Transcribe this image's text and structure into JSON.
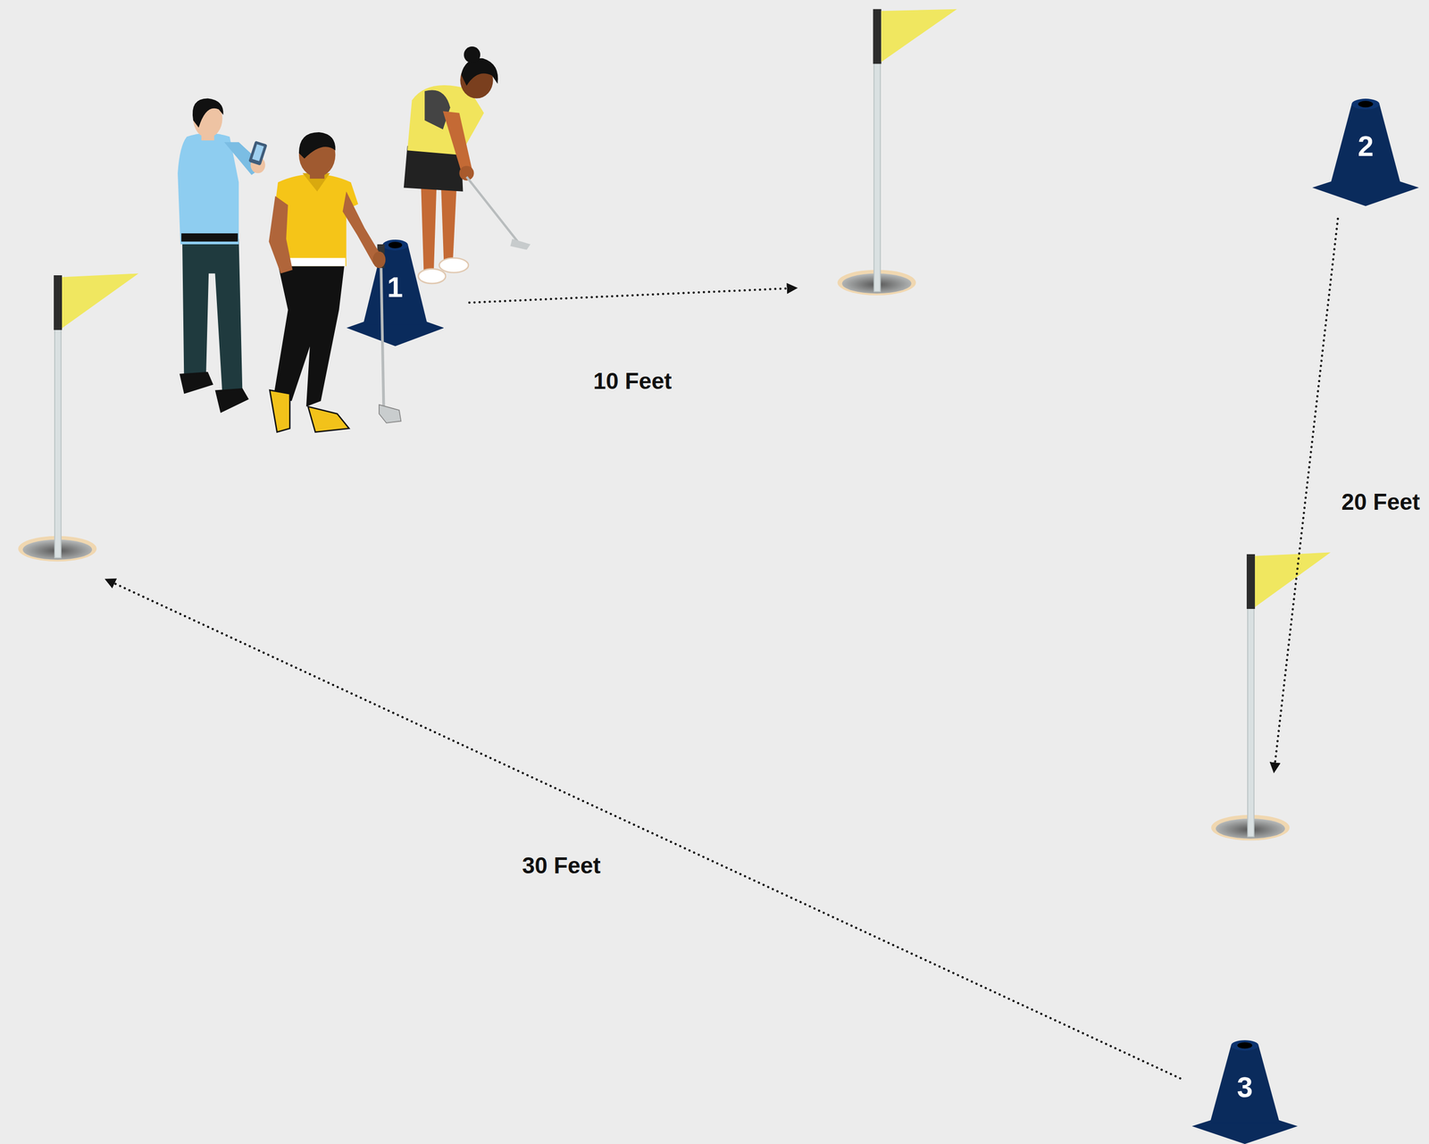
{
  "diagram": {
    "nodes": [
      {
        "text": [
          "1"
        ]
      },
      {
        "text": [
          "2"
        ]
      },
      {
        "text": [
          "3"
        ]
      }
    ],
    "labels": [
      "10 Feet",
      "20 Feet",
      "30 Feet"
    ]
  }
}
